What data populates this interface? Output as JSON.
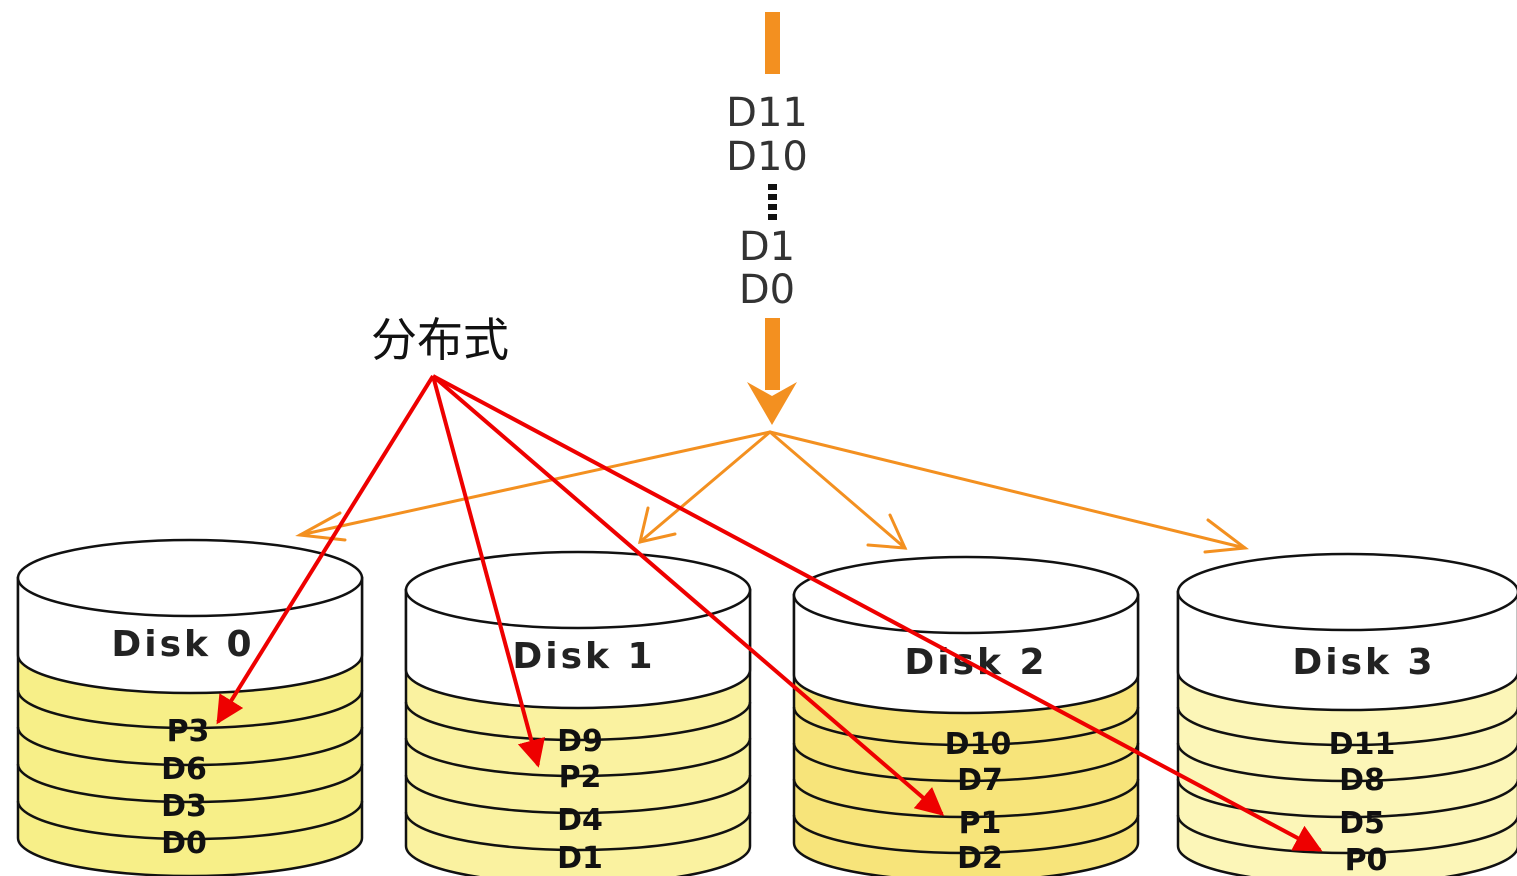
{
  "stream": {
    "labels": [
      "D11",
      "D10",
      "D1",
      "D0"
    ],
    "color": "#f39020"
  },
  "callout": {
    "label": "分布式",
    "color": "#ee0000"
  },
  "disks": [
    {
      "label": "Disk 0",
      "fill": "#f7ef88",
      "blocks": [
        "P3",
        "D6",
        "D3",
        "D0"
      ]
    },
    {
      "label": "Disk 1",
      "fill": "#faf2a0",
      "blocks": [
        "D9",
        "P2",
        "D4",
        "D1"
      ]
    },
    {
      "label": "Disk 2",
      "fill": "#f7e47a",
      "blocks": [
        "D10",
        "D7",
        "P1",
        "D2"
      ]
    },
    {
      "label": "Disk 3",
      "fill": "#fcf6b8",
      "blocks": [
        "D11",
        "D8",
        "D5",
        "P0"
      ]
    }
  ],
  "parity_targets": [
    "P3",
    "P2",
    "P1",
    "P0"
  ]
}
